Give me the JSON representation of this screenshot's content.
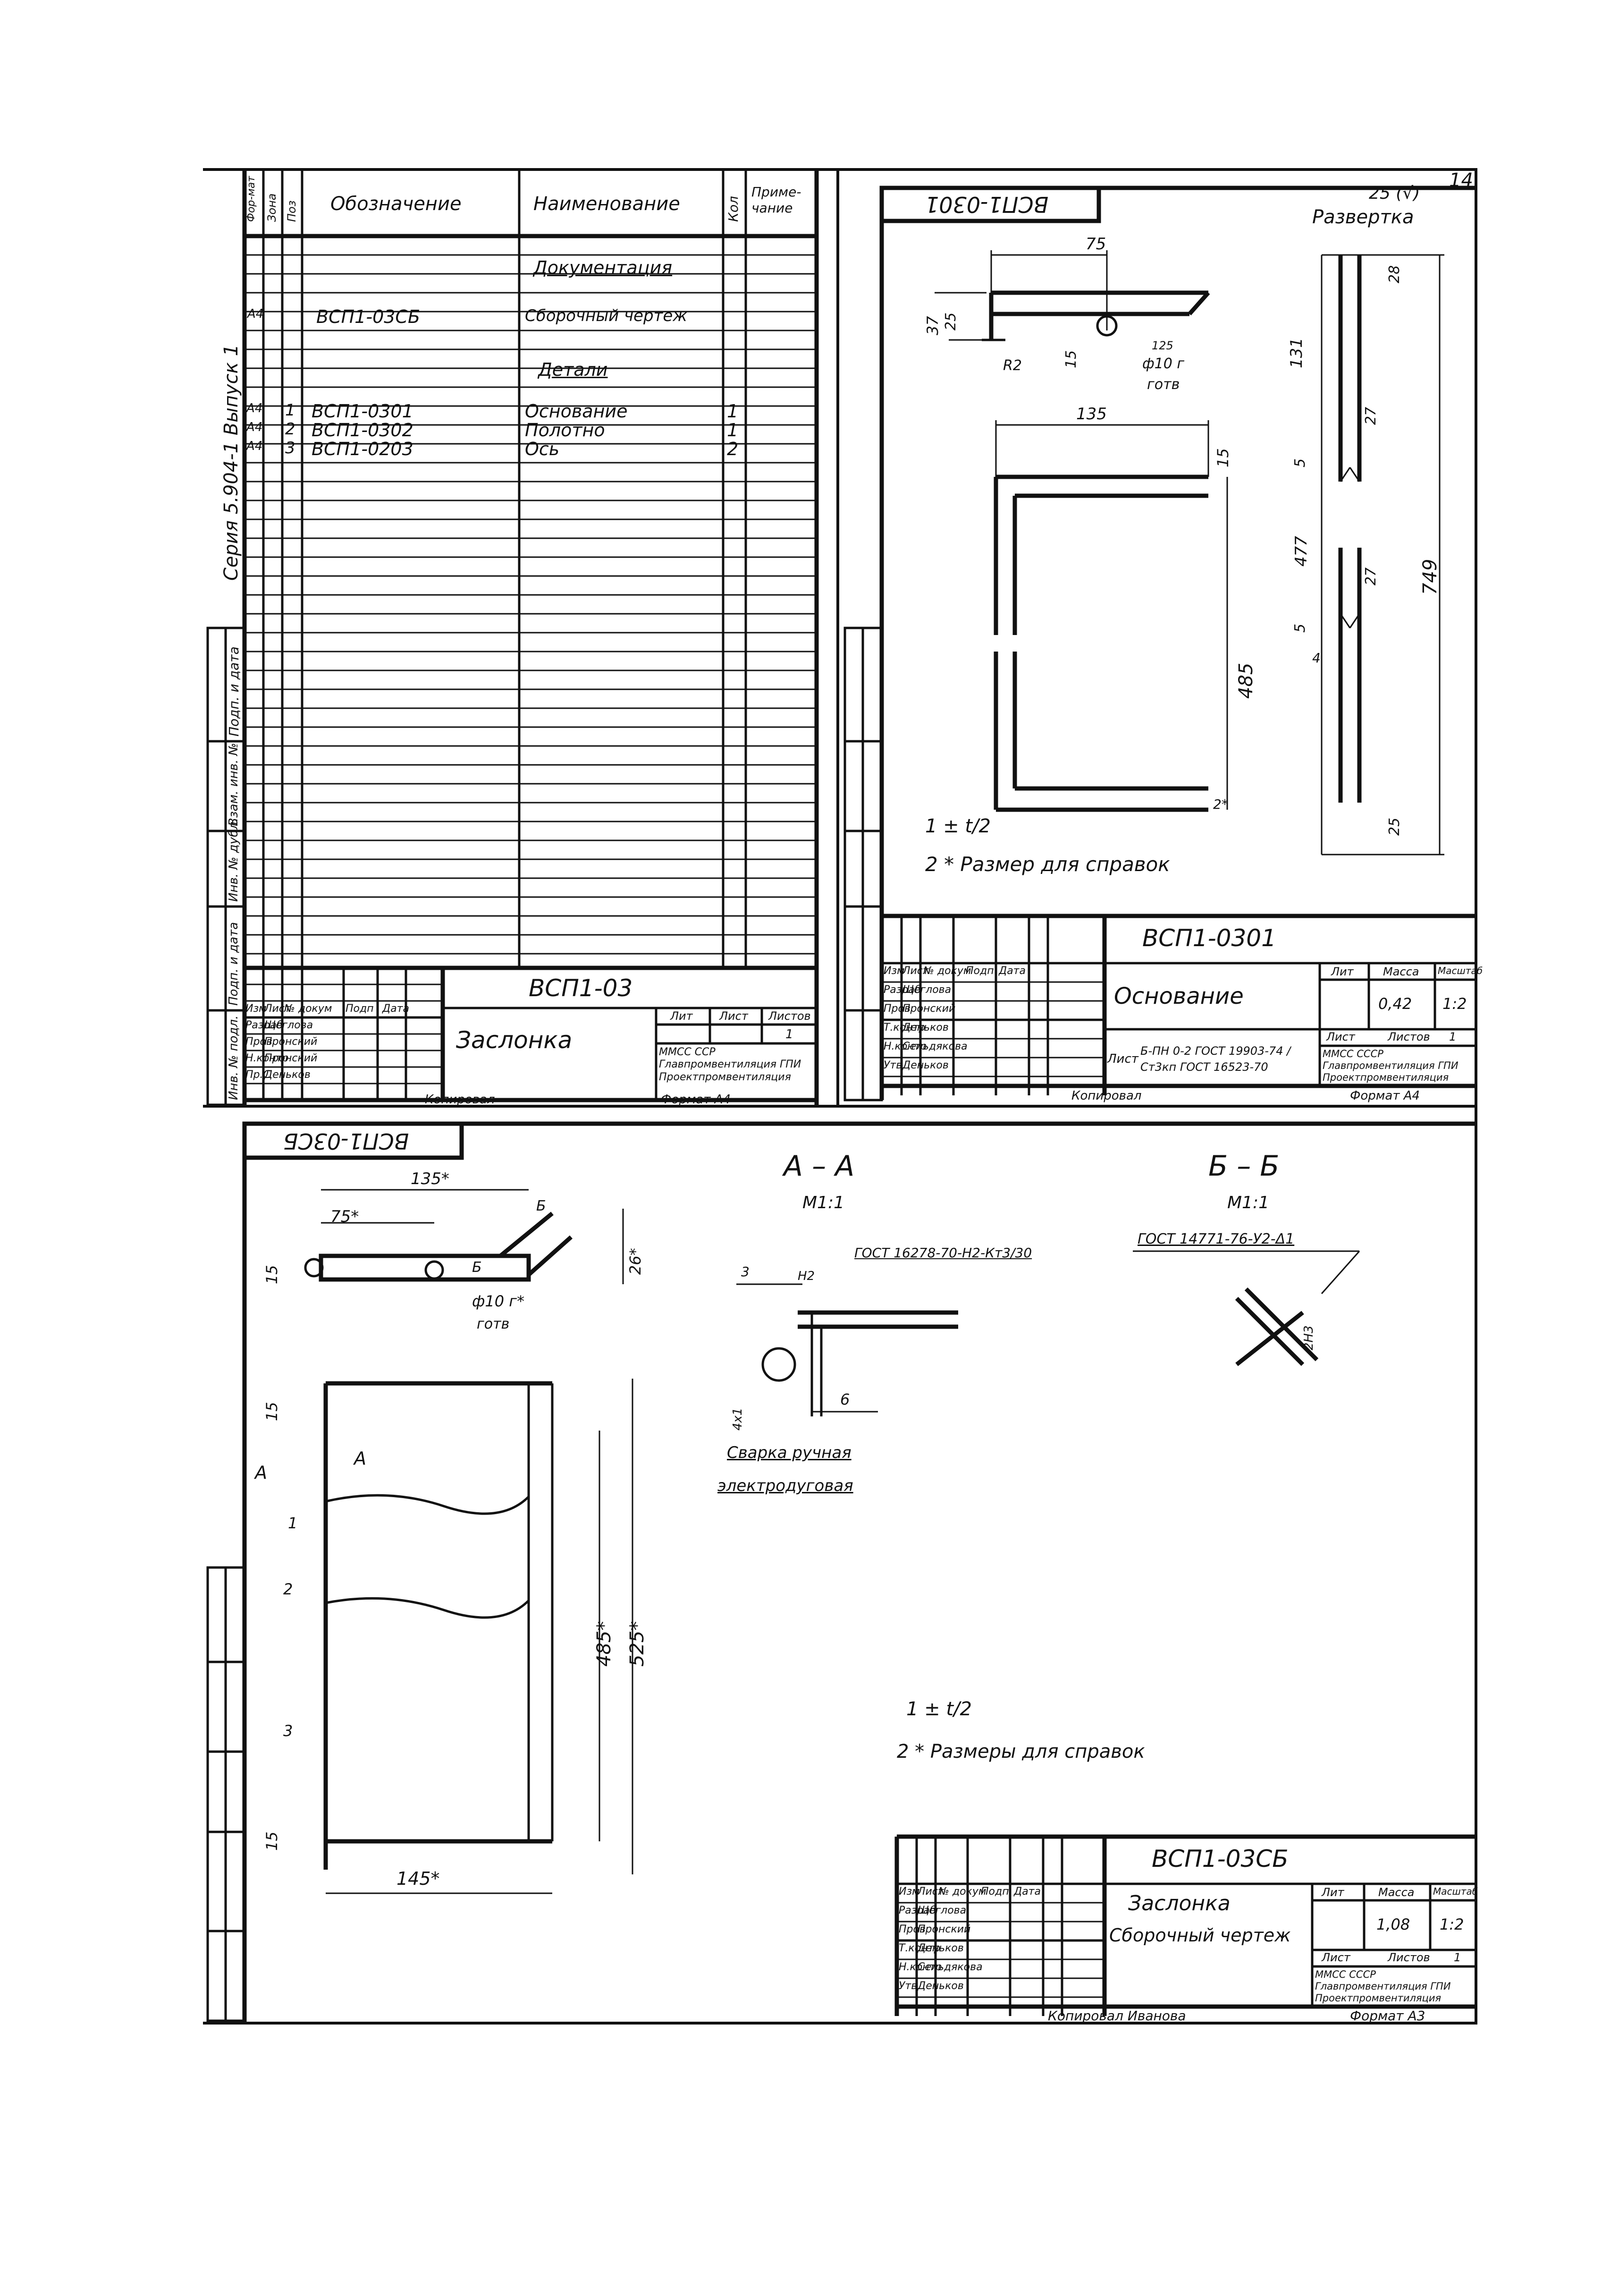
{
  "page_number": "14",
  "spec": {
    "headers": {
      "format": "Фор-мат",
      "zone": "Зона",
      "pos": "Поз",
      "designation": "Обозначение",
      "name": "Наименование",
      "qty": "Кол",
      "note": "Приме-чание"
    },
    "section_docs": "Документация",
    "doc_row": {
      "format": "А4",
      "designation": "ВСП1-03СБ",
      "name": "Сборочный чертеж"
    },
    "section_parts": "Детали",
    "rows": [
      {
        "format": "А4",
        "pos": "1",
        "designation": "ВСП1-0301",
        "name": "Основание",
        "qty": "1"
      },
      {
        "format": "А4",
        "pos": "2",
        "designation": "ВСП1-0302",
        "name": "Полотно",
        "qty": "1"
      },
      {
        "format": "А4",
        "pos": "3",
        "designation": "ВСП1-0203",
        "name": "Ось",
        "qty": "2"
      }
    ],
    "series_text": "Серия 5.904-1 Выпуск 1",
    "side_labels": [
      "Подп. и дата",
      "Взам. инв. №",
      "Инв. № дубл.",
      "Подп. и дата",
      "Инв. № подл."
    ],
    "stamp": {
      "code": "ВСП1-03",
      "title": "Заслонка",
      "lit": "Лит",
      "sheet": "Лист",
      "sheets": "Листов",
      "sheets_val": "1",
      "org": "ММСС ССР Главпромвентиляция ГПИ Проектпромвентиляция",
      "roles": [
        [
          "Изм",
          "Лист",
          "№ докум",
          "Подп",
          "Дата"
        ],
        [
          "Разраб",
          "Щеглова"
        ],
        [
          "Пров",
          "Пронский"
        ],
        [
          "Н.контр",
          "Пронский"
        ],
        [
          "Пр.С",
          "Деньков"
        ]
      ],
      "copied": "Копировал",
      "format": "Формат А4"
    }
  },
  "part": {
    "rotated_code": "ВСП1-0301",
    "development_label": "Развертка",
    "roughness": "25 (√)",
    "dims": [
      "75",
      "37",
      "25",
      "15",
      "R2",
      "125",
      "ф10 г",
      "готв",
      "135",
      "15",
      "485",
      "131",
      "27",
      "5",
      "477",
      "27",
      "749",
      "5",
      "4",
      "25",
      "28",
      "2*"
    ],
    "tolerance": "1 ± t/2",
    "note": "2 * Размер для справок",
    "stamp": {
      "code": "ВСП1-0301",
      "title": "Основание",
      "lit": "Лит",
      "mass": "Масса",
      "scale": "Масштаб",
      "mass_val": "0,42",
      "scale_val": "1:2",
      "sheet": "Лист",
      "sheets": "Листов",
      "sheets_val": "1",
      "material": "Б-ПН 0-2 ГОСТ 19903-74 / Ст3кп ГОСТ 16523-70",
      "material_prefix": "Лист",
      "org": "ММСС СССР Главпромвентиляция ГПИ Проектпромвентиляция",
      "roles": [
        [
          "Изм",
          "Лист",
          "№ докум",
          "Подп",
          "Дата"
        ],
        [
          "Разраб",
          "Щеглова"
        ],
        [
          "Пров",
          "Пронский"
        ],
        [
          "Т.контр",
          "Деньков"
        ],
        [
          "Н.контр",
          "Сельдякова"
        ],
        [
          "Утв",
          "Деньков"
        ]
      ],
      "copied": "Копировал",
      "format": "Формат А4"
    }
  },
  "assembly": {
    "rotated_code": "ВСП1-03СБ",
    "section_aa": "А – А",
    "section_aa_scale": "М1:1",
    "section_bb": "Б – Б",
    "section_bb_scale": "М1:1",
    "weld_aa": "ГОСТ 16278-70-Н2-Кт3/30",
    "weld_bb": "ГОСТ 14771-76-У2-Δ1",
    "weld_note_1": "Сварка ручная",
    "weld_note_2": "электродуговая",
    "dims": [
      "135*",
      "75*",
      "Б",
      "Б",
      "26*",
      "15",
      "ф10 г*",
      "готв",
      "15",
      "А",
      "А",
      "1",
      "2",
      "485*",
      "525*",
      "3",
      "15",
      "145*",
      "3",
      "Н2",
      "6",
      "4х1",
      "2Н3"
    ],
    "tolerance": "1 ± t/2",
    "note": "2 * Размеры для справок",
    "stamp": {
      "code": "ВСП1-03СБ",
      "title": "Заслонка",
      "subtitle": "Сборочный чертеж",
      "lit": "Лит",
      "mass": "Масса",
      "scale": "Масштаб",
      "mass_val": "1,08",
      "scale_val": "1:2",
      "sheet": "Лист",
      "sheets": "Листов",
      "sheets_val": "1",
      "org": "ММСС СССР Главпромвентиляция ГПИ Проектпромвентиляция",
      "roles": [
        [
          "Изм",
          "Лист",
          "№ докум",
          "Подп",
          "Дата"
        ],
        [
          "Разраб",
          "Щеглова"
        ],
        [
          "Пров",
          "Пронский"
        ],
        [
          "Т.контр",
          "Деньков"
        ],
        [
          "Н.контр",
          "Сельдякова"
        ],
        [
          "Утв",
          "Деньков"
        ]
      ],
      "copied": "Копировал Иванова",
      "format": "Формат А3"
    }
  }
}
